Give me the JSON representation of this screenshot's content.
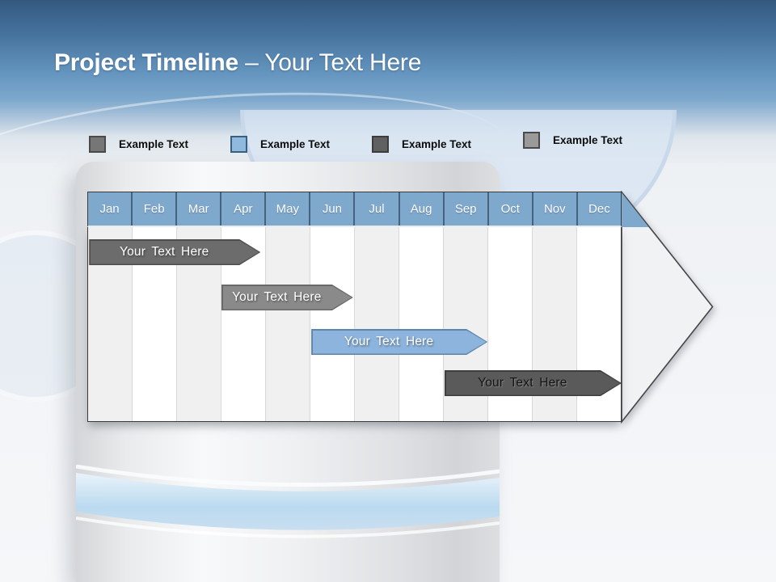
{
  "title": {
    "emphasis": "Project Timeline",
    "rest": "– Your Text Here"
  },
  "legend": {
    "items": [
      {
        "label": "Example Text",
        "fill": "#767676",
        "border": "#4a4a4a"
      },
      {
        "label": "Example Text",
        "fill": "#8fb9de",
        "border": "#3a607f"
      },
      {
        "label": "Example Text",
        "fill": "#606060",
        "border": "#3c3c3c"
      },
      {
        "label": "Example Text",
        "fill": "#9a9a9a",
        "border": "#4a4a4a"
      }
    ]
  },
  "timeline": {
    "months": [
      "Jan",
      "Feb",
      "Mar",
      "Apr",
      "May",
      "Jun",
      "Jul",
      "Aug",
      "Sep",
      "Oct",
      "Nov",
      "Dec"
    ],
    "header_fill": "#7fa8cd",
    "header_divider": "#45637d",
    "column_alt_fill": "#f0f0f1",
    "arrowhead_fill": "#f0f2f4",
    "bars": [
      {
        "label": "Your Text Here",
        "start_month": 0.04,
        "end_month": 3.89,
        "row": 0,
        "fill": "#6c6c6c",
        "border": "#4e4e4e",
        "text_color": "#ffffff"
      },
      {
        "label": "Your Text Here",
        "start_month": 3.01,
        "end_month": 5.97,
        "row": 1,
        "fill": "#8a8a8a",
        "border": "#696969",
        "text_color": "#ffffff"
      },
      {
        "label": "Your Text Here",
        "start_month": 5.03,
        "end_month": 8.99,
        "row": 2,
        "fill": "#8db4dc",
        "border": "#5d86ad",
        "text_color": "#ffffff"
      },
      {
        "label": "Your Text Here",
        "start_month": 8.02,
        "end_month": 12.0,
        "row": 3,
        "fill": "#5a5a5a",
        "border": "#3e3e3e",
        "text_color": "#141414"
      }
    ]
  }
}
